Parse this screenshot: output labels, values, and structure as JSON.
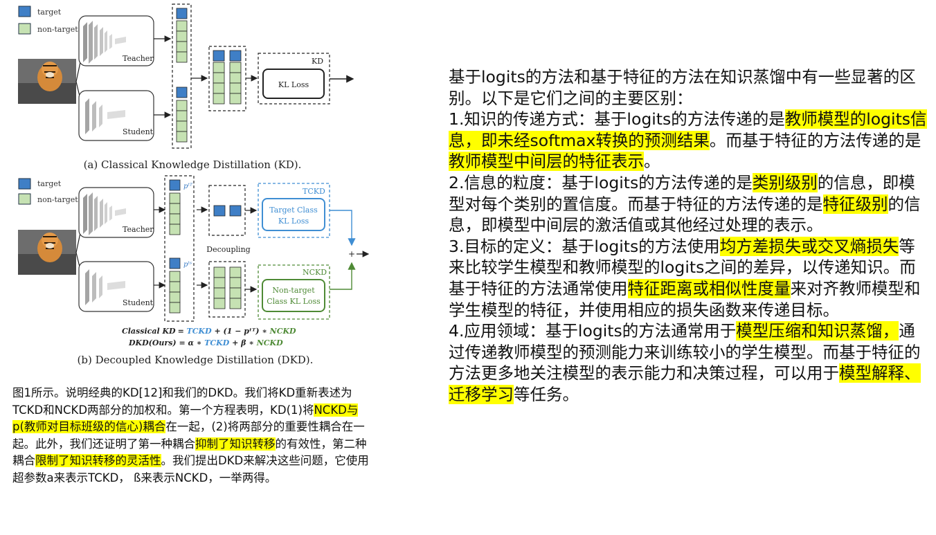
{
  "figure": {
    "legend_a": {
      "target": "target",
      "non_target": "non-target"
    },
    "legend_b": {
      "target": "target",
      "non_target": "non-target"
    },
    "teacher_label": "Teacher",
    "student_label": "Student",
    "kd_box_title": "KD",
    "kl_loss": "KL Loss",
    "caption_a": "(a) Classical Knowledge Distillation (KD).",
    "tckd_title": "TCKD",
    "tckd_line1": "Target Class",
    "tckd_line2": "KL Loss",
    "nckd_title": "NCKD",
    "nckd_line1": "Non-target",
    "nckd_line2": "Class KL Loss",
    "decoupling": "Decoupling",
    "plus": "+",
    "pt_teacher": "pᵗᵀ",
    "pt_student": "pᵗˢ",
    "eq1_lhs": "Classical KD",
    "eq1_rhs_a": "= ",
    "eq1_tckd": "TCKD",
    "eq1_mid": " + (1 − pᵗᵀ) ∗ ",
    "eq1_nckd": "NCKD",
    "eq2_lhs": "DKD(Ours)",
    "eq2_mid_a": " = α ∗ ",
    "eq2_tckd": "TCKD",
    "eq2_mid_b": " + β ∗ ",
    "eq2_nckd": "NCKD",
    "caption_b": "(b) Decoupled Knowledge Distillation (DKD)."
  },
  "colors": {
    "target_blue": "#3f7fc6",
    "non_target_green": "#c6e2b3",
    "tckd_blue": "#3f8ed3",
    "nckd_green": "#4e8a35",
    "highlight": "#ffff00"
  },
  "caption": {
    "t1": "图1所示。说明经典的KD[12]和我们的DKD。我们将KD重新表述为TCKD和NCKD两部分的加权和。第一个方程表明，KD(1)将",
    "h1": "NCKD与p(教师对目标班级的信心)耦合",
    "t2": "在一起，(2)将两部分的重要性耦合在一起。此外，我们还证明了第一种耦合",
    "h2": "抑制了知识转移",
    "t3": "的有效性，第二种耦合",
    "h3": "限制了知识转移的灵活性",
    "t4": "。我们提出DKD来解决这些问题，它使用超参数a来表示TCKD，  ß来表示NCKD，一举两得。"
  },
  "explanation": {
    "intro": "基于logits的方法和基于特征的方法在知识蒸馏中有一些显著的区别。以下是它们之间的主要区别：",
    "p1_a": "1.知识的传递方式：基于logits的方法传递的是",
    "p1_h1": "教师模型的logits信息，即未经softmax转换的预测结果",
    "p1_b": "。而基于特征的方法传递的是",
    "p1_h2": "教师模型中间层的特征表示",
    "p1_c": "。",
    "p2_a": "2.信息的粒度：基于logits的方法传递的是",
    "p2_h1": "类别级别",
    "p2_b": "的信息，即模型对每个类别的置信度。而基于特征的方法传递的是",
    "p2_h2": "特征级别",
    "p2_c": "的信息，即模型中间层的激活值或其他经过处理的表示。",
    "p3_a": "3.目标的定义：基于logits的方法使用",
    "p3_h1": "均方差损失或交叉熵损失",
    "p3_b": "等来比较学生模型和教师模型的logits之间的差异，以传递知识。而基于特征的方法通常使用",
    "p3_h2": "特征距离或相似性度量",
    "p3_c": "来对齐教师模型和学生模型的特征，并使用相应的损失函数来传递目标。",
    "p4_a": "4.应用领域：基于logits的方法通常用于",
    "p4_h1": "模型压缩和知识蒸馏，",
    "p4_b": "通过传递教师模型的预测能力来训练较小的学生模型。而基于特征的方法更多地关注模型的表示能力和决策过程，可以用于",
    "p4_h2": "模型解释、迁移学习",
    "p4_c": "等任务。"
  }
}
